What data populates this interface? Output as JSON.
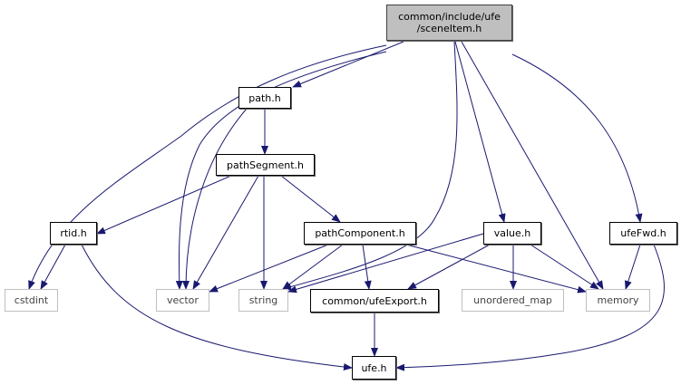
{
  "colors": {
    "edge": "#191970",
    "root_fill": "#bfbfbf",
    "external_border": "#bfbfbf"
  },
  "nodes": [
    {
      "id": "root",
      "label": "common/include/ufe\n/sceneItem.h",
      "kind": "root"
    },
    {
      "id": "path",
      "label": "path.h",
      "kind": "internal"
    },
    {
      "id": "pathSegment",
      "label": "pathSegment.h",
      "kind": "internal"
    },
    {
      "id": "rtid",
      "label": "rtid.h",
      "kind": "internal"
    },
    {
      "id": "pathComponent",
      "label": "pathComponent.h",
      "kind": "internal"
    },
    {
      "id": "value",
      "label": "value.h",
      "kind": "internal"
    },
    {
      "id": "ufeFwd",
      "label": "ufeFwd.h",
      "kind": "internal"
    },
    {
      "id": "cstdint",
      "label": "cstdint",
      "kind": "external"
    },
    {
      "id": "vector",
      "label": "vector",
      "kind": "external"
    },
    {
      "id": "string",
      "label": "string",
      "kind": "external"
    },
    {
      "id": "ufeExport",
      "label": "common/ufeExport.h",
      "kind": "internal"
    },
    {
      "id": "unordered_map",
      "label": "unordered_map",
      "kind": "external"
    },
    {
      "id": "memory",
      "label": "memory",
      "kind": "external"
    },
    {
      "id": "ufe",
      "label": "ufe.h",
      "kind": "internal"
    }
  ],
  "edges": [
    [
      "root",
      "path"
    ],
    [
      "root",
      "cstdint"
    ],
    [
      "root",
      "vector"
    ],
    [
      "root",
      "string"
    ],
    [
      "root",
      "value"
    ],
    [
      "root",
      "memory"
    ],
    [
      "root",
      "ufeFwd"
    ],
    [
      "path",
      "pathSegment"
    ],
    [
      "path",
      "vector"
    ],
    [
      "pathSegment",
      "rtid"
    ],
    [
      "pathSegment",
      "vector"
    ],
    [
      "pathSegment",
      "string"
    ],
    [
      "pathSegment",
      "pathComponent"
    ],
    [
      "rtid",
      "cstdint"
    ],
    [
      "rtid",
      "ufe"
    ],
    [
      "pathComponent",
      "vector"
    ],
    [
      "pathComponent",
      "string"
    ],
    [
      "pathComponent",
      "ufeExport"
    ],
    [
      "pathComponent",
      "memory"
    ],
    [
      "value",
      "string"
    ],
    [
      "value",
      "ufeExport"
    ],
    [
      "value",
      "unordered_map"
    ],
    [
      "value",
      "memory"
    ],
    [
      "ufeFwd",
      "memory"
    ],
    [
      "ufeFwd",
      "ufe"
    ],
    [
      "ufeExport",
      "ufe"
    ]
  ]
}
